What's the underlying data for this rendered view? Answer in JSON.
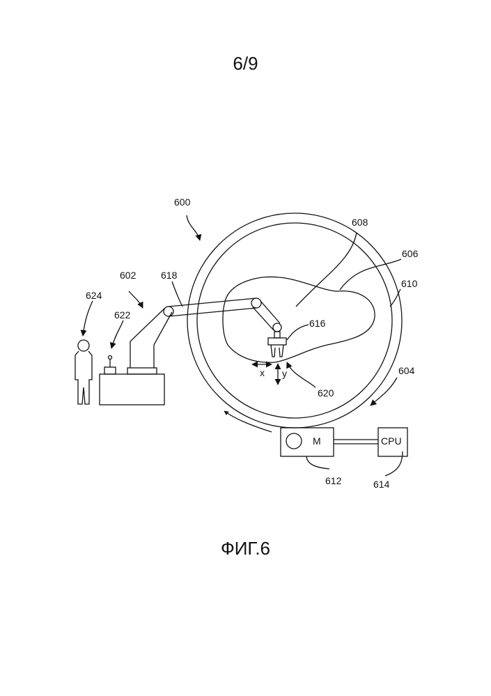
{
  "page": {
    "number": "6/9",
    "figure_caption": "ФИГ.6"
  },
  "labels": {
    "system": "600",
    "robot": "602",
    "cell": "604",
    "workpiece": "606",
    "region": "608",
    "turntable": "610",
    "motor_unit": "612",
    "cpu_unit": "614",
    "gripper": "616",
    "arm": "618",
    "contact_point": "620",
    "joystick_console": "622",
    "operator": "624"
  },
  "boxes": {
    "motor_label": "M",
    "cpu_label": "CPU"
  },
  "axes": {
    "x": "x",
    "y": "y"
  }
}
